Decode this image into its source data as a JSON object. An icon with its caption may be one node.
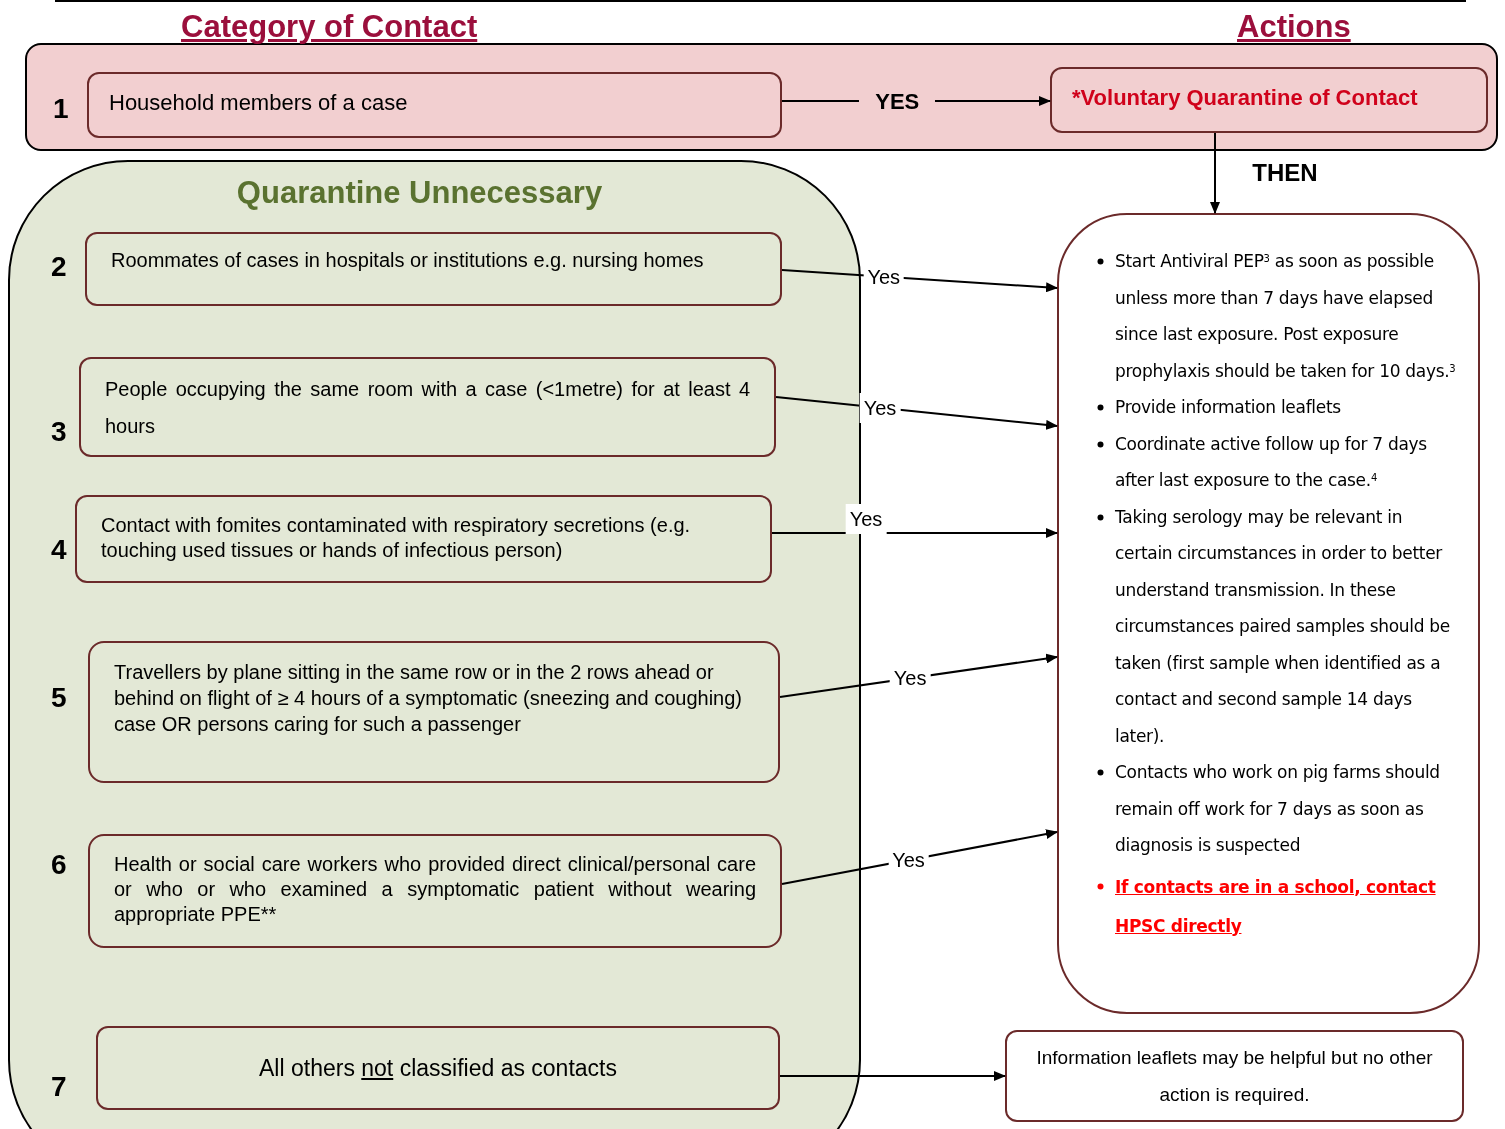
{
  "diagram": {
    "nodes": [
      {
        "text": [],
        "shape": "box"
      },
      {
        "text": [
          "Household members of a case"
        ],
        "in": 0,
        "beside": [
          "1"
        ]
      },
      {
        "text": [
          "*Voluntary Quarantine of Contact"
        ],
        "in": 0
      },
      {
        "text": [
          "Quarantine Unnecessary"
        ]
      },
      {
        "text": [
          "Roommates of cases in hospitals or institutions e.g. nursing homes"
        ],
        "in": 3,
        "beside": [
          "2"
        ]
      },
      {
        "text": [
          "People occupying the same room with a case (<1metre) for at least 4 hours"
        ],
        "in": 3,
        "beside": [
          "3"
        ]
      },
      {
        "text": [
          "Contact with fomites contaminated with respiratory secretions (e.g. touching used tissues or hands of infectious person)"
        ],
        "in": 3,
        "beside": [
          "4"
        ]
      },
      {
        "text": [
          "Travellers by plane sitting in the same row or in the 2 rows ahead or behind on flight of ≥ 4 hours of a symptomatic (sneezing and coughing) case OR persons caring for such a passenger"
        ],
        "in": 3,
        "beside": [
          "5"
        ]
      },
      {
        "text": [
          "Health or social care workers who provided direct clinical/personal care or who or who examined a symptomatic patient without wearing appropriate PPE**"
        ],
        "in": 3,
        "beside": [
          "6"
        ]
      },
      {
        "text": [
          "All others *not* classified as contacts"
        ],
        "in": 3,
        "beside": [
          "7"
        ]
      },
      {
        "text": [
          "Start Antiviral PEP$^{3}$ as soon as possible unless more than 7 days have elapsed since last exposure. Post exposure prophylaxis should be taken for 10 days.$^{3}$",
          "Provide information leaflets",
          "Coordinate active follow up for 7 days after last exposure to the case.$^{4}$",
          "Taking serology may be relevant in certain circumstances in order to better understand transmission. In these circumstances paired samples should be taken (first sample when identified as a contact and second sample 14 days later).",
          "Contacts who work on pig farms should remain off work for 7 days as soon as diagnosis is suspected",
          "If contacts are in a school, contact HPSC directly"
        ]
      },
      {
        "text": [
          "Information leaflets may be helpful but no other action is required."
        ]
      }
    ],
    "edges": [
      {
        "from": 1,
        "to": 2,
        "arrow": "to",
        "label": "YES"
      },
      {
        "from": 2,
        "to": 10,
        "arrow": "to",
        "label": "THEN"
      },
      {
        "from": 4,
        "to": 10,
        "arrow": "to",
        "label": "Yes"
      },
      {
        "from": 5,
        "to": 10,
        "arrow": "to",
        "label": "Yes"
      },
      {
        "from": 6,
        "to": 10,
        "arrow": "to",
        "label": "Yes"
      },
      {
        "from": 7,
        "to": 10,
        "arrow": "to",
        "label": "Yes"
      },
      {
        "from": 8,
        "to": 10,
        "arrow": "to",
        "label": "Yes"
      },
      {
        "from": 9,
        "to": 11,
        "arrow": "to"
      }
    ],
    "labels": [
      "Category of Contact",
      "Actions"
    ]
  }
}
